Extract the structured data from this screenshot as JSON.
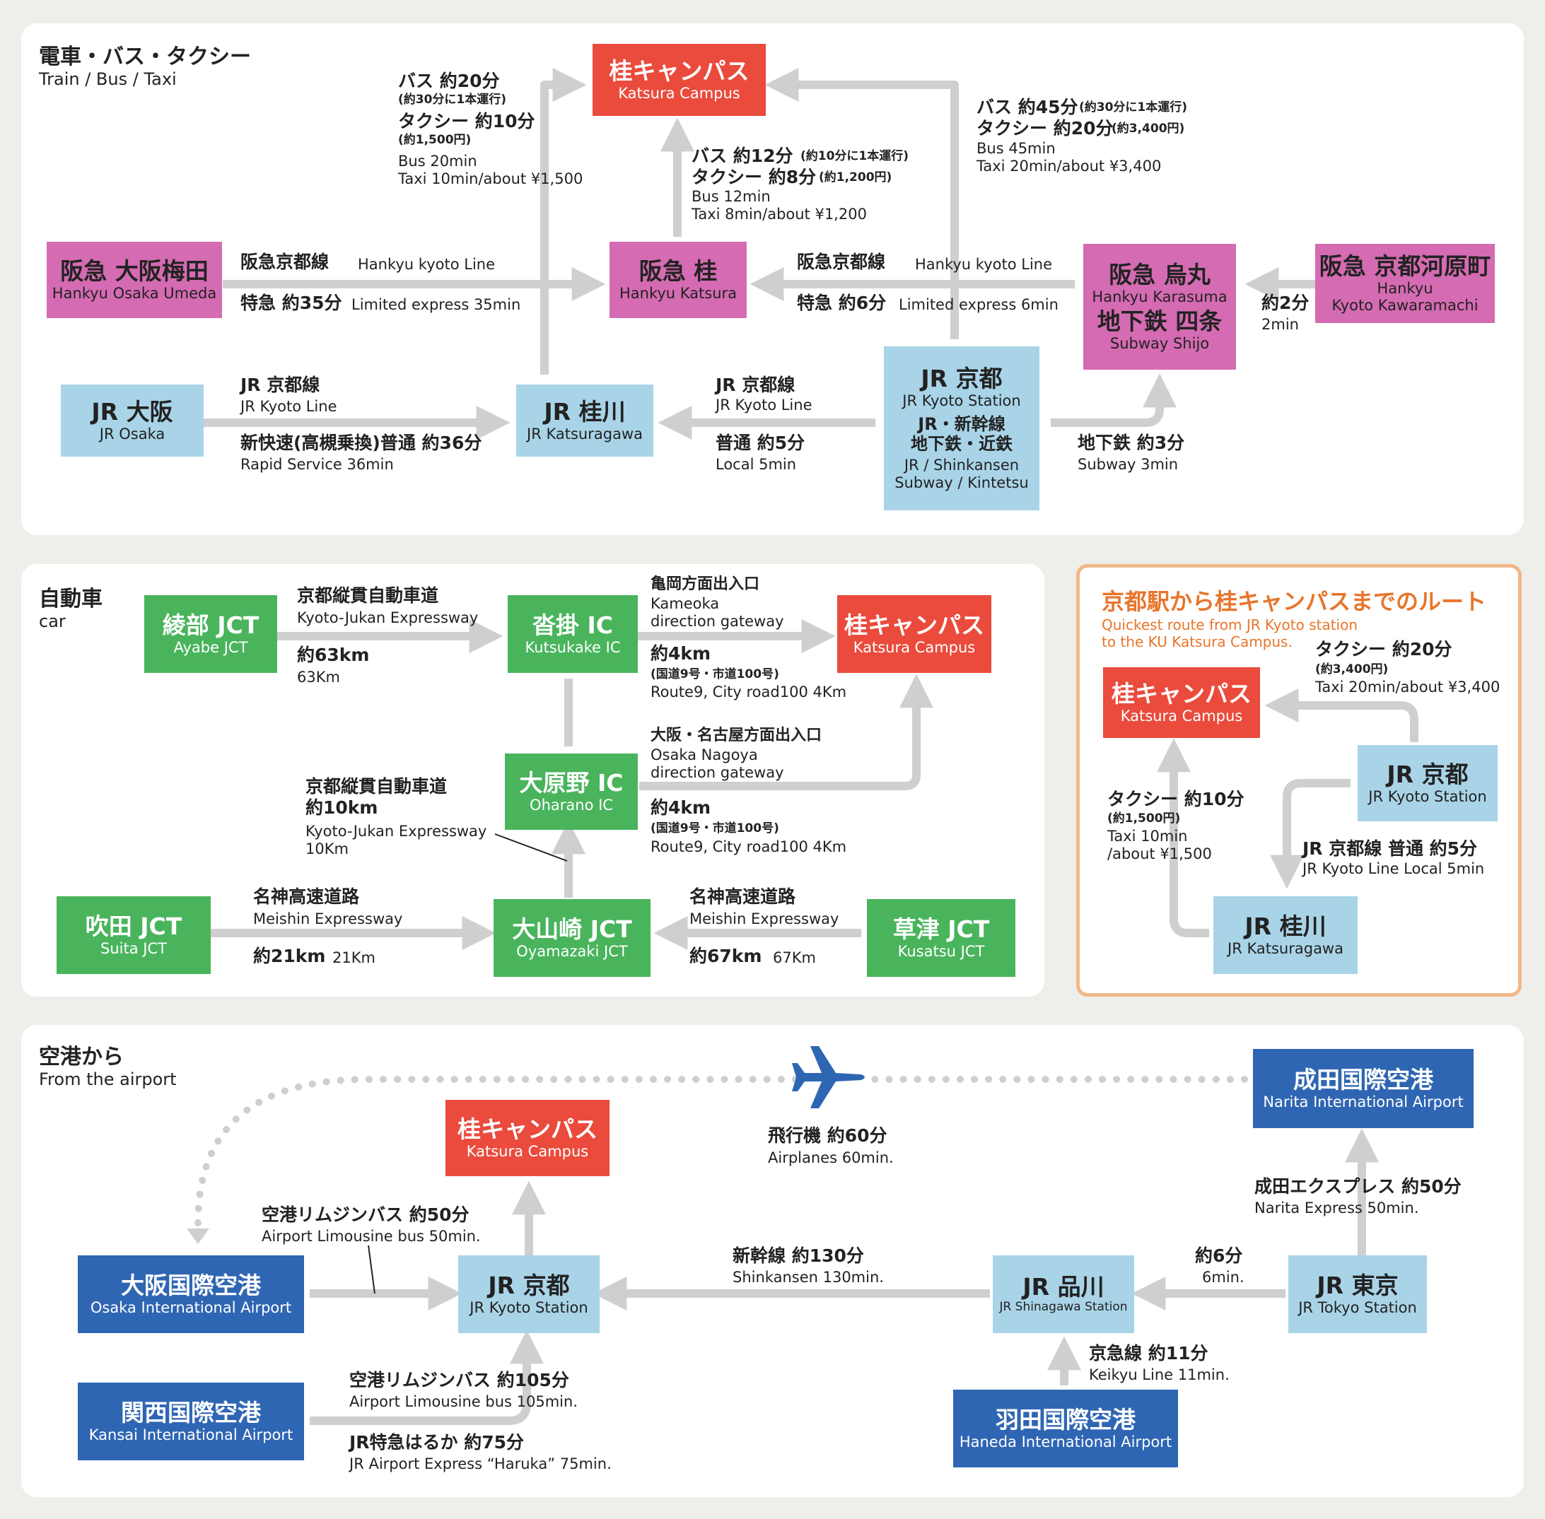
{
  "sec1": {
    "title": "電車・バス・タクシー",
    "subtitle": "Train / Bus / Taxi",
    "nodes": {
      "katsura_campus": {
        "ja": "桂キャンパス",
        "en": "Katsura Campus"
      },
      "hankyu_umeda": {
        "ja": "阪急 大阪梅田",
        "en": "Hankyu Osaka Umeda"
      },
      "hankyu_katsura": {
        "ja": "阪急 桂",
        "en": "Hankyu Katsura"
      },
      "hankyu_karasuma": {
        "ja": "阪急 烏丸",
        "en": "Hankyu Karasuma",
        "ja2": "地下鉄 四条",
        "en2": "Subway Shijo"
      },
      "hankyu_kawaramachi": {
        "ja": "阪急 京都河原町",
        "en": "Hankyu\nKyoto Kawaramachi"
      },
      "jr_osaka": {
        "ja": "JR 大阪",
        "en": "JR Osaka"
      },
      "jr_katsuragawa": {
        "ja": "JR 桂川",
        "en": "JR Katsuragawa"
      },
      "jr_kyoto": {
        "ja": "JR 京都",
        "en": "JR Kyoto Station",
        "ja2": "JR・新幹線\n地下鉄・近鉄",
        "en2": "JR / Shinkansen\nSubway / Kintetsu"
      }
    },
    "labels": {
      "l1a": "バス 約20分",
      "l1b": "(約30分に1本運行)",
      "l1c": "タクシー 約10分",
      "l1d": "(約1,500円)",
      "l1e": "Bus 20min\nTaxi 10min/about ¥1,500",
      "l2a": "バス 約12分",
      "l2b": "(約10分に1本運行)",
      "l2c": "タクシー 約8分",
      "l2d": "(約1,200円)",
      "l2e": "Bus 12min\nTaxi 8min/about ¥1,200",
      "l3a": "バス 約45分",
      "l3b": "(約30分に1本運行)",
      "l3c": "タクシー 約20分",
      "l3d": "(約3,400円)",
      "l3e": "Bus 45min\nTaxi 20min/about ¥3,400",
      "l4a": "阪急京都線",
      "l4b": "Hankyu kyoto Line",
      "l4c": "特急 約35分",
      "l4d": "Limited express 35min",
      "l5a": "阪急京都線",
      "l5b": "Hankyu kyoto Line",
      "l5c": "特急 約6分",
      "l5d": "Limited express 6min",
      "l6a": "約2分",
      "l6b": "2min",
      "l7a": "JR 京都線",
      "l7b": "JR Kyoto Line",
      "l7c": "新快速(高槻乗換)普通 約36分",
      "l7d": "Rapid Service 36min",
      "l8a": "JR 京都線",
      "l8b": "JR Kyoto Line",
      "l8c": "普通 約5分",
      "l8d": "Local 5min",
      "l9a": "地下鉄 約3分",
      "l9b": "Subway 3min"
    }
  },
  "sec2": {
    "title": "自動車",
    "subtitle": "car",
    "nodes": {
      "ayabe": {
        "ja": "綾部 JCT",
        "en": "Ayabe JCT"
      },
      "kutsukake": {
        "ja": "沓掛 IC",
        "en": "Kutsukake IC"
      },
      "katsura": {
        "ja": "桂キャンパス",
        "en": "Katsura Campus"
      },
      "oharano": {
        "ja": "大原野 IC",
        "en": "Oharano IC"
      },
      "suita": {
        "ja": "吹田 JCT",
        "en": "Suita JCT"
      },
      "oyamazaki": {
        "ja": "大山崎 JCT",
        "en": "Oyamazaki JCT"
      },
      "kusatsu": {
        "ja": "草津 JCT",
        "en": "Kusatsu JCT"
      }
    },
    "labels": {
      "a1": "京都縦貫自動車道",
      "a2": "Kyoto-Jukan Expressway",
      "a3": "約63km",
      "a4": "63Km",
      "b1": "亀岡方面出入口",
      "b2": "Kameoka\ndirection gateway",
      "b3": "約4km",
      "b4": "(国道9号・市道100号)",
      "b5": "Route9, City road100 4Km",
      "c1": "大阪・名古屋方面出入口",
      "c2": "Osaka Nagoya\ndirection gateway",
      "c3": "約4km",
      "c4": "(国道9号・市道100号)",
      "c5": "Route9, City road100 4Km",
      "d1": "京都縦貫自動車道\n約10km",
      "d2": "Kyoto-Jukan Expressway\n10Km",
      "e1": "名神高速道路",
      "e2": "Meishin Expressway",
      "e3": "約21km",
      "e4": "21Km",
      "f1": "名神高速道路",
      "f2": "Meishin Expressway",
      "f3": "約67km",
      "f4": "67Km"
    }
  },
  "sec3": {
    "title": "京都駅から桂キャンパスまでのルート",
    "subtitle": "Quickest route from JR Kyoto station\nto the KU Katsura Campus.",
    "nodes": {
      "katsura": {
        "ja": "桂キャンパス",
        "en": "Katsura Campus"
      },
      "kyoto": {
        "ja": "JR 京都",
        "en": "JR Kyoto Station"
      },
      "katsuragawa": {
        "ja": "JR 桂川",
        "en": "JR Katsuragawa"
      }
    },
    "labels": {
      "g1": "タクシー 約20分",
      "g2": "(約3,400円)",
      "g3": "Taxi 20min/about ¥3,400",
      "h1": "タクシー 約10分",
      "h2": "(約1,500円)",
      "h3": "Taxi 10min\n/about ¥1,500",
      "i1": "JR 京都線 普通 約5分",
      "i2": "JR Kyoto Line Local 5min"
    }
  },
  "sec4": {
    "title": "空港から",
    "subtitle": "From the airport",
    "nodes": {
      "katsura": {
        "ja": "桂キャンパス",
        "en": "Katsura Campus"
      },
      "narita": {
        "ja": "成田国際空港",
        "en": "Narita International Airport"
      },
      "osaka_air": {
        "ja": "大阪国際空港",
        "en": "Osaka International Airport"
      },
      "kyoto": {
        "ja": "JR 京都",
        "en": "JR Kyoto Station"
      },
      "shinagawa": {
        "ja": "JR 品川",
        "en": "JR Shinagawa Station"
      },
      "tokyo": {
        "ja": "JR 東京",
        "en": "JR Tokyo Station"
      },
      "kansai": {
        "ja": "関西国際空港",
        "en": "Kansai International Airport"
      },
      "haneda": {
        "ja": "羽田国際空港",
        "en": "Haneda International Airport"
      }
    },
    "labels": {
      "p1": "飛行機 約60分",
      "p2": "Airplanes 60min.",
      "q1": "空港リムジンバス 約50分",
      "q2": "Airport Limousine bus 50min.",
      "r1": "新幹線 約130分",
      "r2": "Shinkansen 130min.",
      "s1": "約6分",
      "s2": "6min.",
      "u1": "成田エクスプレス 約50分",
      "u2": "Narita Express 50min.",
      "v1": "京急線 約11分",
      "v2": "Keikyu Line 11min.",
      "w1": "空港リムジンバス 約105分",
      "w2": "Airport Limousine bus 105min.",
      "w3": "JR特急はるか 約75分",
      "w4": "JR Airport Express “Haruka” 75min."
    }
  },
  "colors": {
    "hankyu": "#d56bb2",
    "jr": "#a9d4e8",
    "campus": "#ea4b3c",
    "road": "#49b45c",
    "airport": "#2f66b3",
    "arrow": "#cfcfcf",
    "accent": "#e8752b"
  }
}
